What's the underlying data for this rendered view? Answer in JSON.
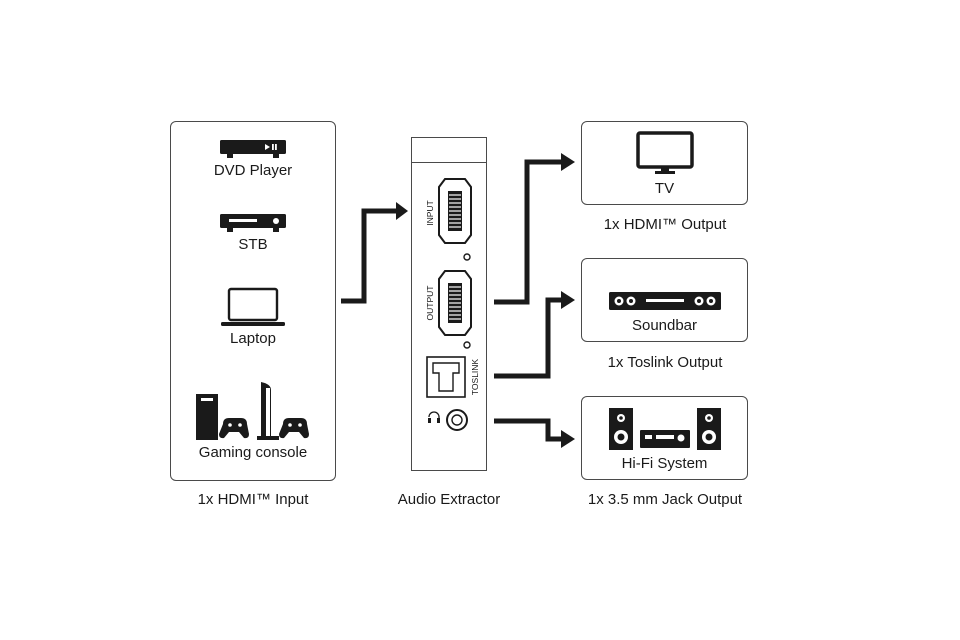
{
  "sources": {
    "dvd_player": "DVD Player",
    "stb": "STB",
    "laptop": "Laptop",
    "gaming_console": "Gaming console",
    "caption": "1x HDMI™ Input"
  },
  "extractor": {
    "caption": "Audio Extractor",
    "port_input": "INPUT",
    "port_output": "OUTPUT",
    "port_toslink": "TOSLINK"
  },
  "outputs": {
    "tv": {
      "label": "TV",
      "caption": "1x HDMI™ Output"
    },
    "soundbar": {
      "label": "Soundbar",
      "caption": "1x Toslink Output"
    },
    "hifi": {
      "label": "Hi-Fi System",
      "caption": "1x 3.5 mm Jack Output"
    }
  },
  "colors": {
    "stroke": "#1a1a1a",
    "border": "#4a4a4a"
  }
}
